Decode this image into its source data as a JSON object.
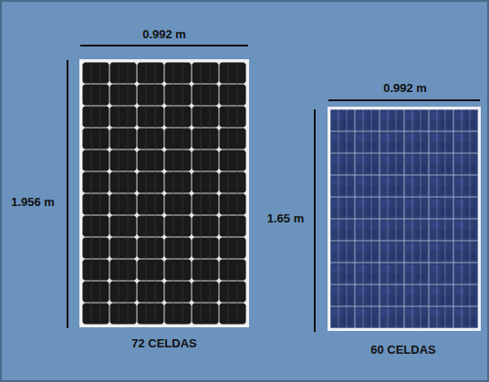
{
  "diagram": {
    "labels": [
      "0.992 m",
      "1.956 m",
      "72 CELDAS",
      "0.992 m",
      "1.65 m",
      "60 CELDAS"
    ]
  }
}
